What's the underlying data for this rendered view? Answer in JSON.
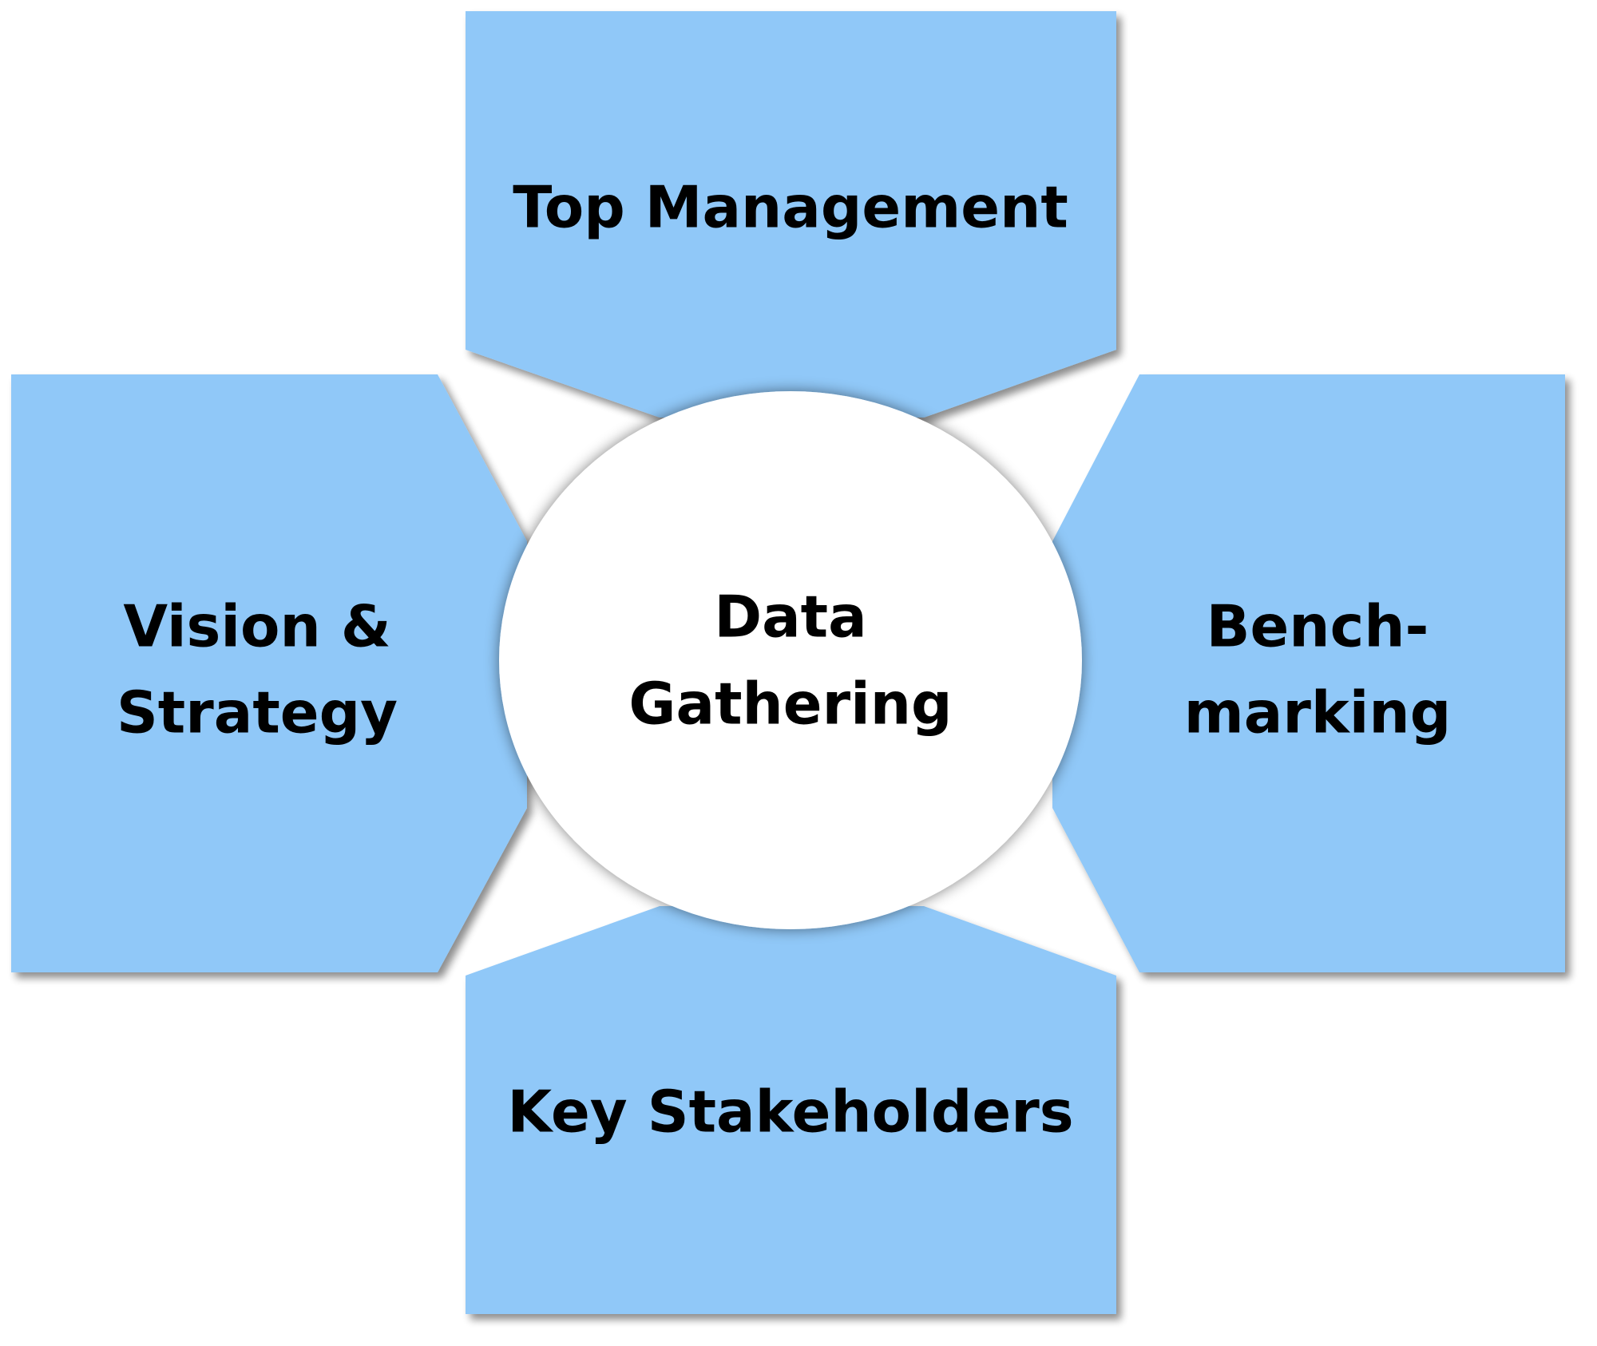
{
  "diagram": {
    "center": {
      "line1": "Data",
      "line2": "Gathering"
    },
    "top": {
      "label": "Top Management"
    },
    "left": {
      "line1": "Vision &",
      "line2": "Strategy"
    },
    "right": {
      "line1": "Bench-",
      "line2": "marking"
    },
    "bottom": {
      "label": "Key Stakeholders"
    },
    "colors": {
      "node_fill": "#90c8f8",
      "center_fill": "#ffffff",
      "text": "#000000"
    }
  }
}
